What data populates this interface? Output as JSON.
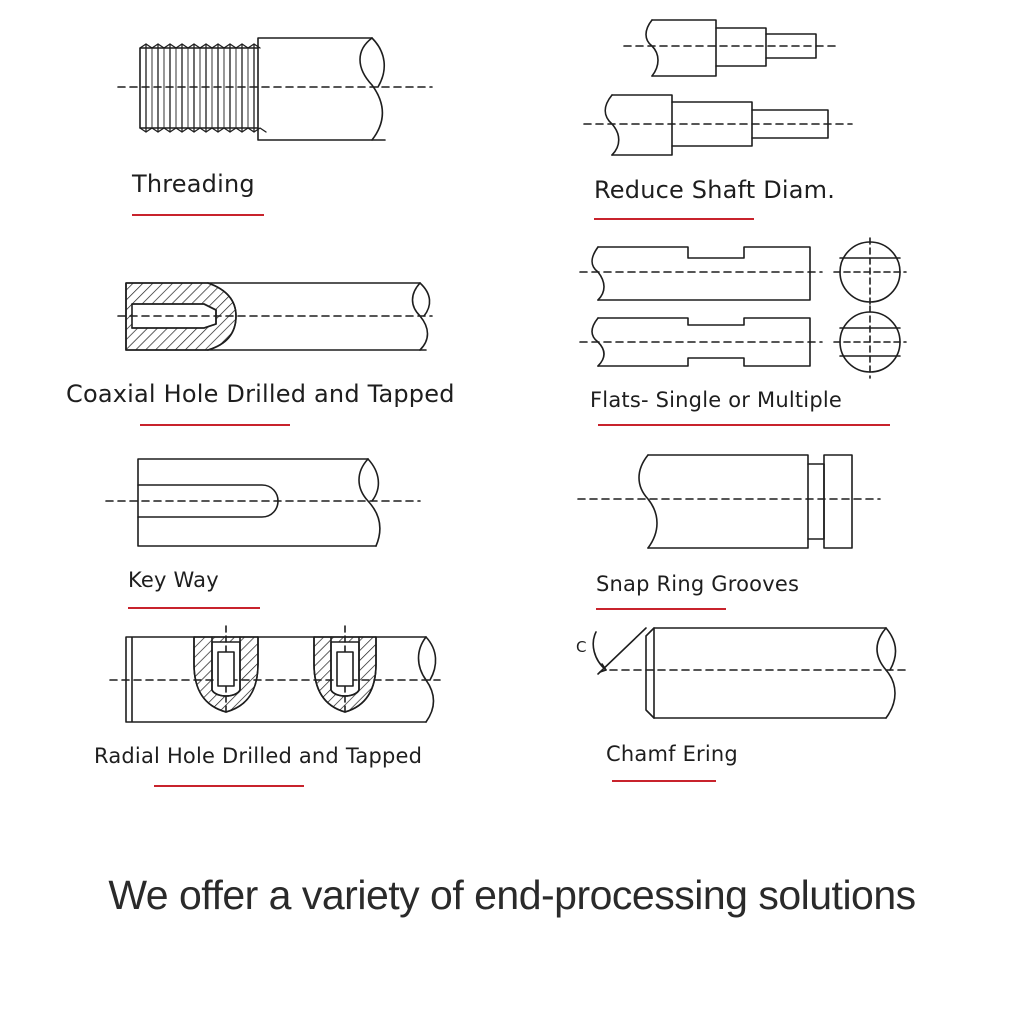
{
  "colors": {
    "line": "#1e1e1e",
    "underline": "#c8232c",
    "text": "#1e1e1e"
  },
  "labels": {
    "threading": "Threading",
    "reduce_shaft": "Reduce Shaft Diam.",
    "coaxial_hole": "Coaxial Hole Drilled and Tapped",
    "flats": "Flats- Single or Multiple",
    "key_way": "Key Way",
    "snap_ring": "Snap Ring Grooves",
    "radial_hole": "Radial Hole Drilled and Tapped",
    "chamfering": "Chamf Ering",
    "chamfer_symbol": "C"
  },
  "tagline": "We offer a variety of end-processing solutions"
}
